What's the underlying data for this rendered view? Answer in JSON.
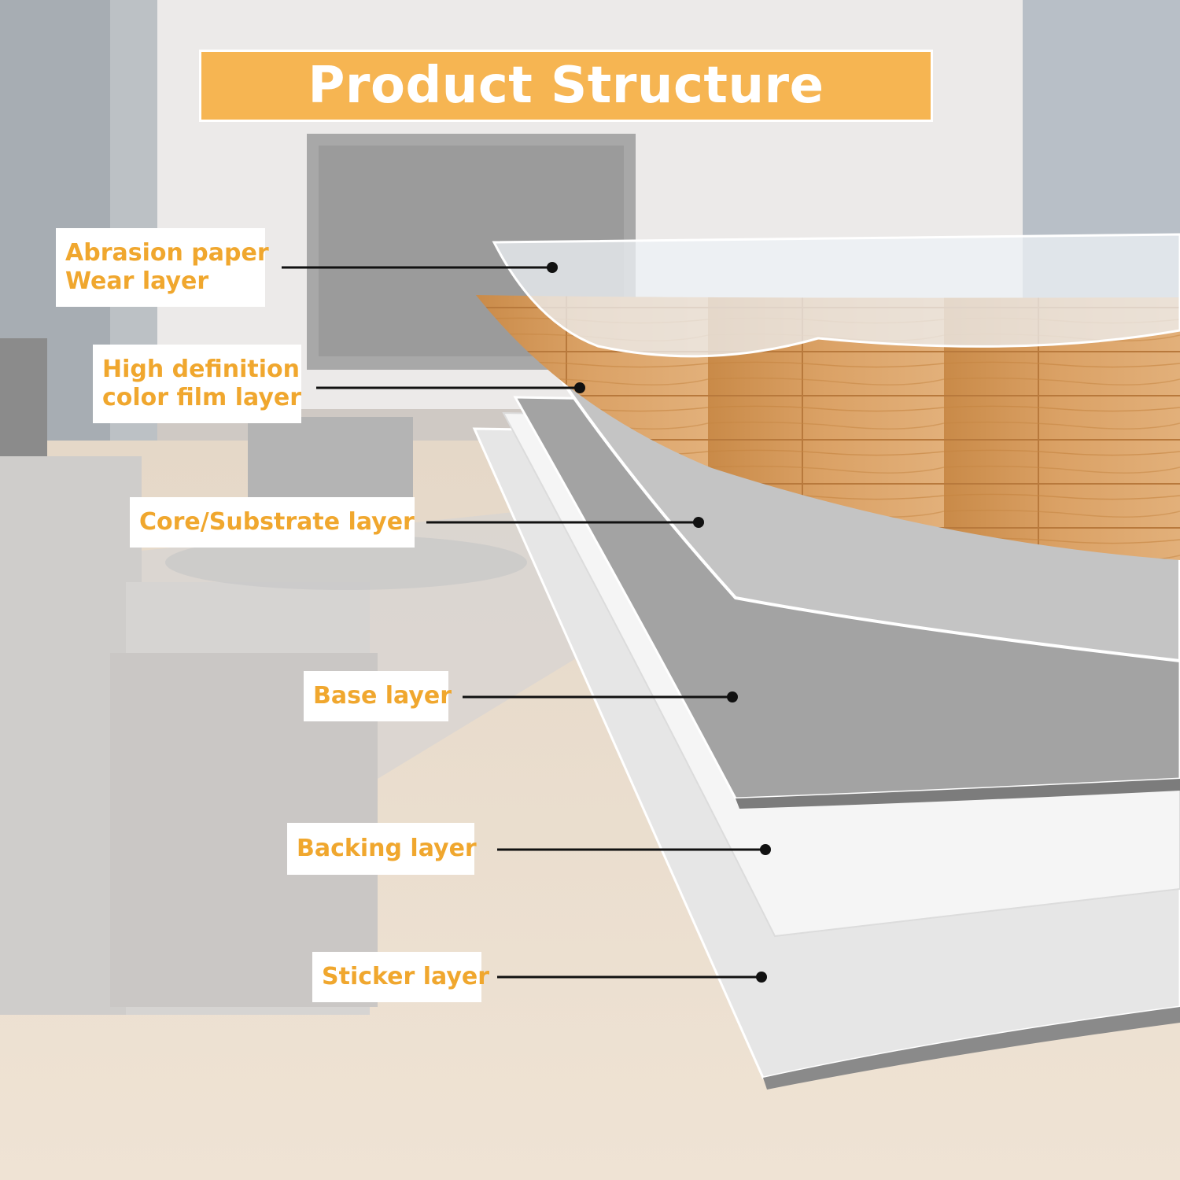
{
  "title": "Product Structure",
  "colors": {
    "accent": "#f6b552",
    "label_text": "#f0a72e",
    "pointer": "#111111",
    "wood": "#d99a5a",
    "core": "#bdbdbd",
    "base": "#9e9e9e",
    "backing": "#f2f2f2"
  },
  "layers": [
    {
      "name": "wear",
      "lines": [
        "Abrasion paper",
        "Wear layer"
      ]
    },
    {
      "name": "color-film",
      "lines": [
        "High definition",
        "color film layer"
      ]
    },
    {
      "name": "core",
      "lines": [
        "Core/Substrate layer"
      ]
    },
    {
      "name": "base",
      "lines": [
        "Base layer"
      ]
    },
    {
      "name": "backing",
      "lines": [
        "Backing layer"
      ]
    },
    {
      "name": "sticker",
      "lines": [
        "Sticker layer"
      ]
    }
  ]
}
